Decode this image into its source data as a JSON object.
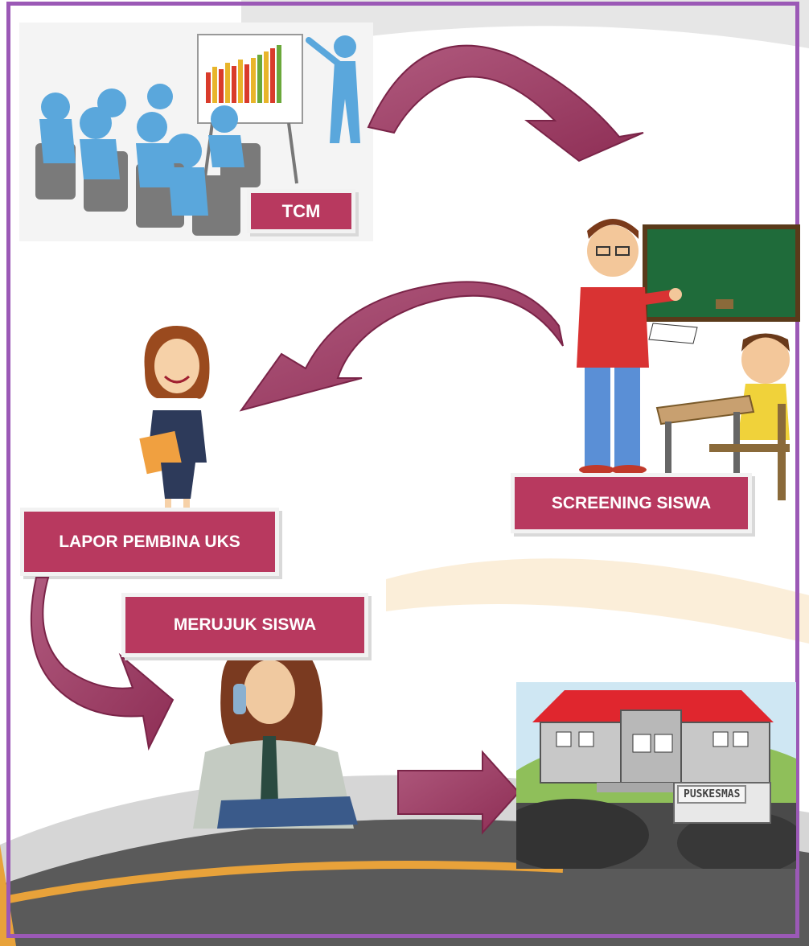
{
  "steps": {
    "tcm": {
      "label": "TCM"
    },
    "screening": {
      "label": "SCREENING SISWA"
    },
    "lapor": {
      "label": "LAPOR PEMBINA UKS"
    },
    "merujuk": {
      "label": "MERUJUK SISWA"
    }
  },
  "puskesmas_sign": "PUSKESMAS",
  "colors": {
    "frame": "#9b59b6",
    "label_fill": "#b8395f",
    "arrow_fill": "#a8426a"
  },
  "icons": [
    "presentation-scene",
    "teacher-student-scene",
    "woman-with-folder",
    "woman-on-phone",
    "puskesmas-building"
  ]
}
